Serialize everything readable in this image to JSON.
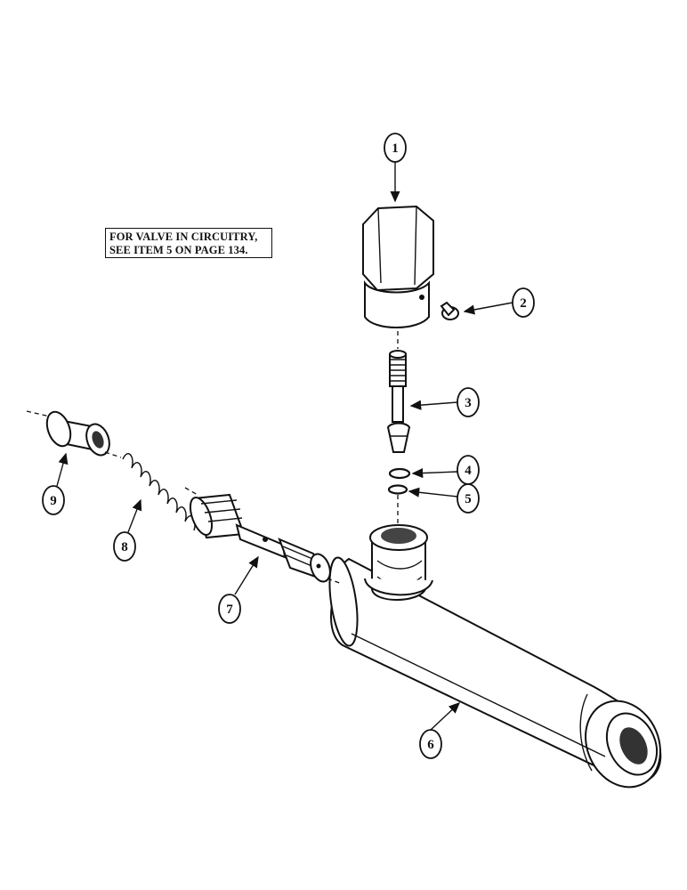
{
  "note": {
    "line1": "FOR VALVE IN CIRCUITRY,",
    "line2": "SEE ITEM 5 ON PAGE 134."
  },
  "callouts": [
    {
      "id": "1",
      "label": "1"
    },
    {
      "id": "2",
      "label": "2"
    },
    {
      "id": "3",
      "label": "3"
    },
    {
      "id": "4",
      "label": "4"
    },
    {
      "id": "5",
      "label": "5"
    },
    {
      "id": "6",
      "label": "6"
    },
    {
      "id": "7",
      "label": "7"
    },
    {
      "id": "8",
      "label": "8"
    },
    {
      "id": "9",
      "label": "9"
    }
  ]
}
